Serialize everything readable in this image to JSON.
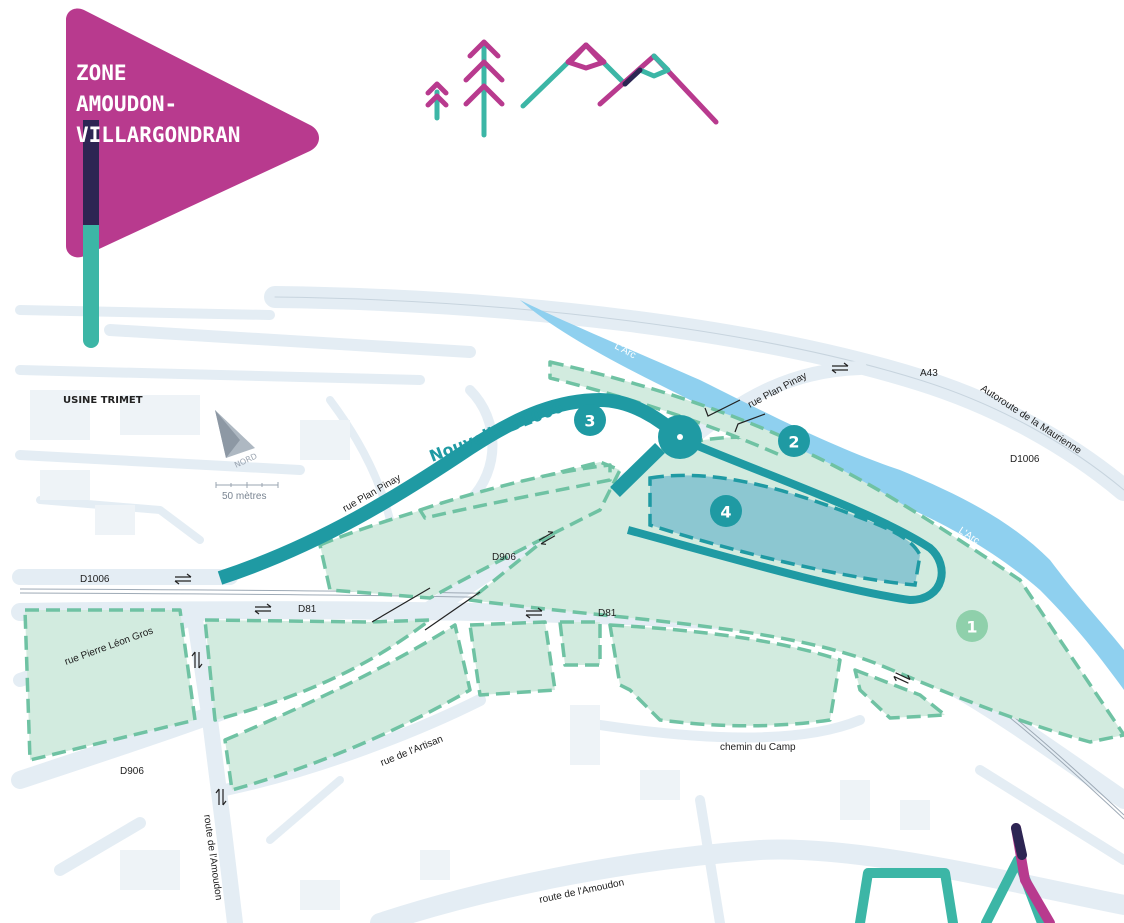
{
  "title": {
    "lines": [
      "ZONE",
      "AMOUDON-",
      "VILLARGONDRAN"
    ]
  },
  "landmark": "USINE TRIMET",
  "compass": {
    "label": "NORD",
    "scale": "50 mètres"
  },
  "new_road": "Nouvelle D1006",
  "rivers": {
    "upper": "L'Arc",
    "lower": "L'Arc"
  },
  "roads": {
    "a43": "A43",
    "autoroute": "Autoroute de la Maurienne",
    "d1006_east": "D1006",
    "d1006_west": "D1006",
    "plan_pinay_north": "rue Plan Pinay",
    "plan_pinay_west": "rue Plan Pinay",
    "d906_north": "D906",
    "d906_south": "D906",
    "d81_west": "D81",
    "d81_east": "D81",
    "pierre_leon_gros": "rue Pierre Léon Gros",
    "artisan": "rue de l'Artisan",
    "chemin_camp": "chemin du Camp",
    "amoudon_vertical": "route de l'Amoudon",
    "amoudon_bottom": "route de l'Amoudon"
  },
  "markers": [
    "1",
    "2",
    "3",
    "4"
  ],
  "colors": {
    "magenta": "#b83a8e",
    "navy": "#2d2553",
    "teal": "#3cb6a6",
    "road_teal": "#1f9aa3",
    "river": "#8fd0ef",
    "zone": "#d2ebdf",
    "zone_border": "#6fc2a3",
    "road": "#e3edf4"
  }
}
